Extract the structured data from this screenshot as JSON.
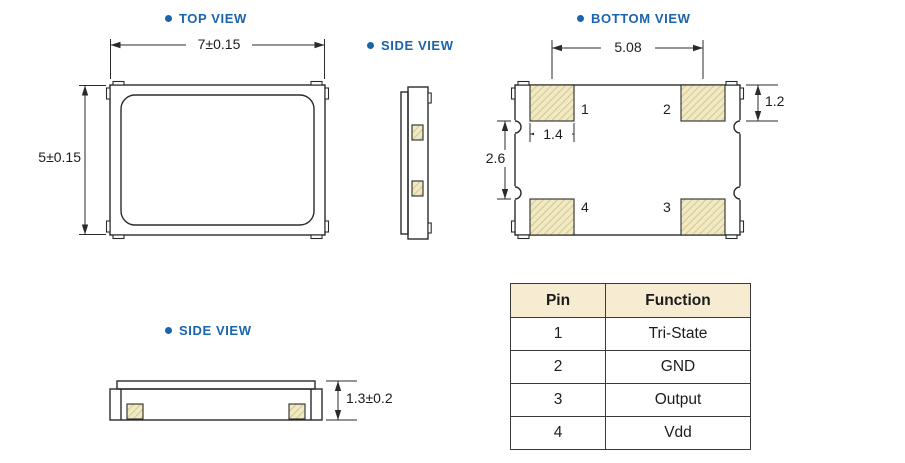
{
  "colors": {
    "label": "#1a64ad",
    "line": "#2b2b2b",
    "text": "#1c1c1c",
    "bg": "#ffffff",
    "pad_fill": "#f1e9c2",
    "pad_hatch": "#c9bd85",
    "table_header_bg": "#f7ecd2",
    "table_border": "#3a3a3a"
  },
  "views": {
    "top": {
      "label": "TOP VIEW",
      "width_dim": "7±0.15",
      "height_dim": "5±0.15"
    },
    "side_upper": {
      "label": "SIDE VIEW"
    },
    "bottom": {
      "label": "BOTTOM VIEW",
      "pad_span_dim": "5.08",
      "pad_height_dim": "1.2",
      "pad_width_dim": "1.4",
      "pad_gap_dim": "2.6",
      "pins": {
        "p1": "1",
        "p2": "2",
        "p3": "3",
        "p4": "4"
      }
    },
    "side_lower": {
      "label": "SIDE VIEW",
      "thickness_dim": "1.3±0.2"
    }
  },
  "table": {
    "headers": {
      "pin": "Pin",
      "function": "Function"
    },
    "rows": [
      {
        "pin": "1",
        "function": "Tri-State"
      },
      {
        "pin": "2",
        "function": "GND"
      },
      {
        "pin": "3",
        "function": "Output"
      },
      {
        "pin": "4",
        "function": "Vdd"
      }
    ]
  }
}
